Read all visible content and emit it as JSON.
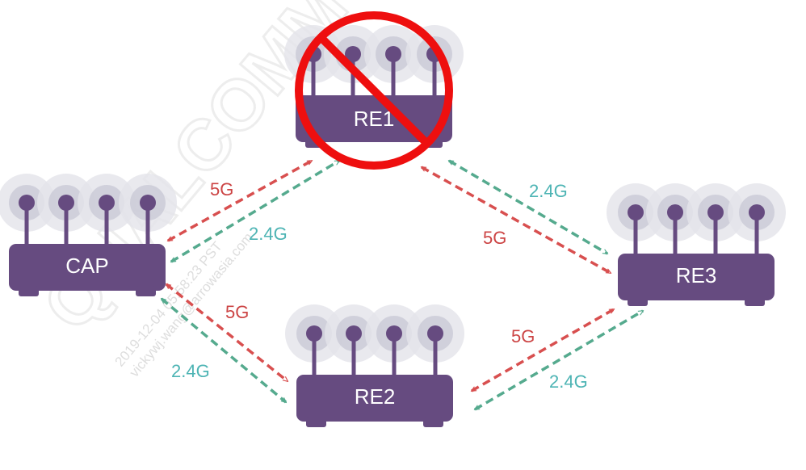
{
  "routers": {
    "cap": {
      "label": "CAP"
    },
    "re1": {
      "label": "RE1",
      "status": "disabled"
    },
    "re2": {
      "label": "RE2"
    },
    "re3": {
      "label": "RE3"
    }
  },
  "links": {
    "cap_re1_5g": "5G",
    "cap_re1_24g": "2.4G",
    "cap_re2_5g": "5G",
    "cap_re2_24g": "2.4G",
    "re1_re3_24g": "2.4G",
    "re1_re3_5g": "5G",
    "re2_re3_5g": "5G",
    "re2_re3_24g": "2.4G"
  },
  "watermark": {
    "logo": "QUALCOMM",
    "timestamp": "2019-12-04 05:58:23 PST",
    "user": "vickywj.wang@arrowasia.com"
  },
  "colors": {
    "router_body": "#664b80",
    "band_5g": "#d84f4f",
    "band_24g": "#55aa8e",
    "label_5g": "#cc4444",
    "label_24g": "#4db4b4",
    "prohibited": "#ee0f0f",
    "halo_outer": "#e4e4ea",
    "halo_inner": "#c9c9d6"
  }
}
